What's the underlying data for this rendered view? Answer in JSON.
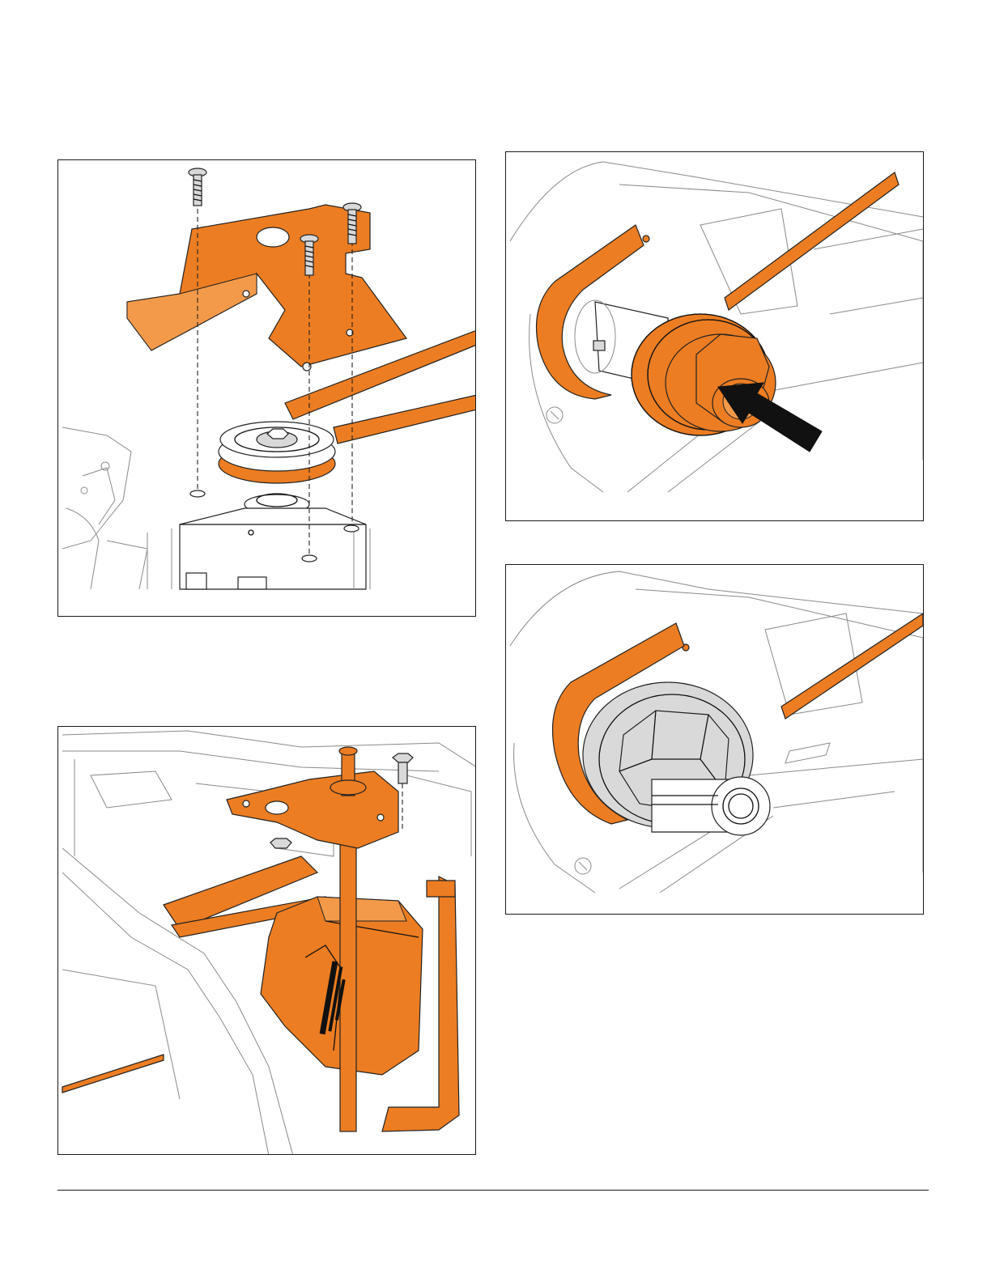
{
  "page": {
    "figures": [
      {
        "id": "fig1",
        "subject": "bracket-screws-pulley"
      },
      {
        "id": "fig2",
        "subject": "pulley-nut-arrow"
      },
      {
        "id": "fig3",
        "subject": "gearbox-mount"
      },
      {
        "id": "fig4",
        "subject": "shaft-washer"
      }
    ]
  },
  "colors": {
    "accent": "#ec7d22",
    "line": "#8a8a8a",
    "outline": "#111111",
    "frame": "#1a1a1a"
  }
}
